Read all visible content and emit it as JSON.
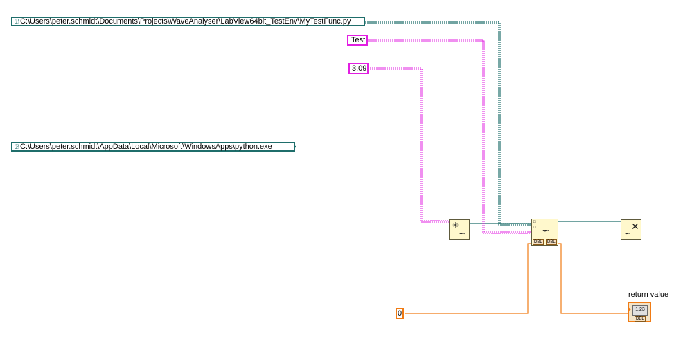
{
  "path_constants": {
    "script_path": "C:\\Users\\peter.schmidt\\Documents\\Projects\\WaveAnalyser\\LabView64bit_TestEnv\\MyTestFunc.py",
    "python_path": "C:\\Users\\peter.schmidt\\AppData\\Local\\Microsoft\\WindowsApps\\python.exe"
  },
  "constants": {
    "string_value": "Test",
    "number_value": "3.09",
    "zero_value": "0"
  },
  "nodes": {
    "open_session_glyph": "✳",
    "python_glyph": "🐍",
    "call_glyph": "🐍",
    "close_session_glyph": "✕",
    "dbl_tag_a": "DBL",
    "dbl_tag_b": "DBL"
  },
  "indicator": {
    "label": "return value",
    "display": "1.23",
    "type_tag": "DBL"
  },
  "colors": {
    "path_wire": "#1f6e6b",
    "string_wire": "#e21fe2",
    "numeric_wire": "#f07b14",
    "node_fill": "#fff8cc"
  }
}
